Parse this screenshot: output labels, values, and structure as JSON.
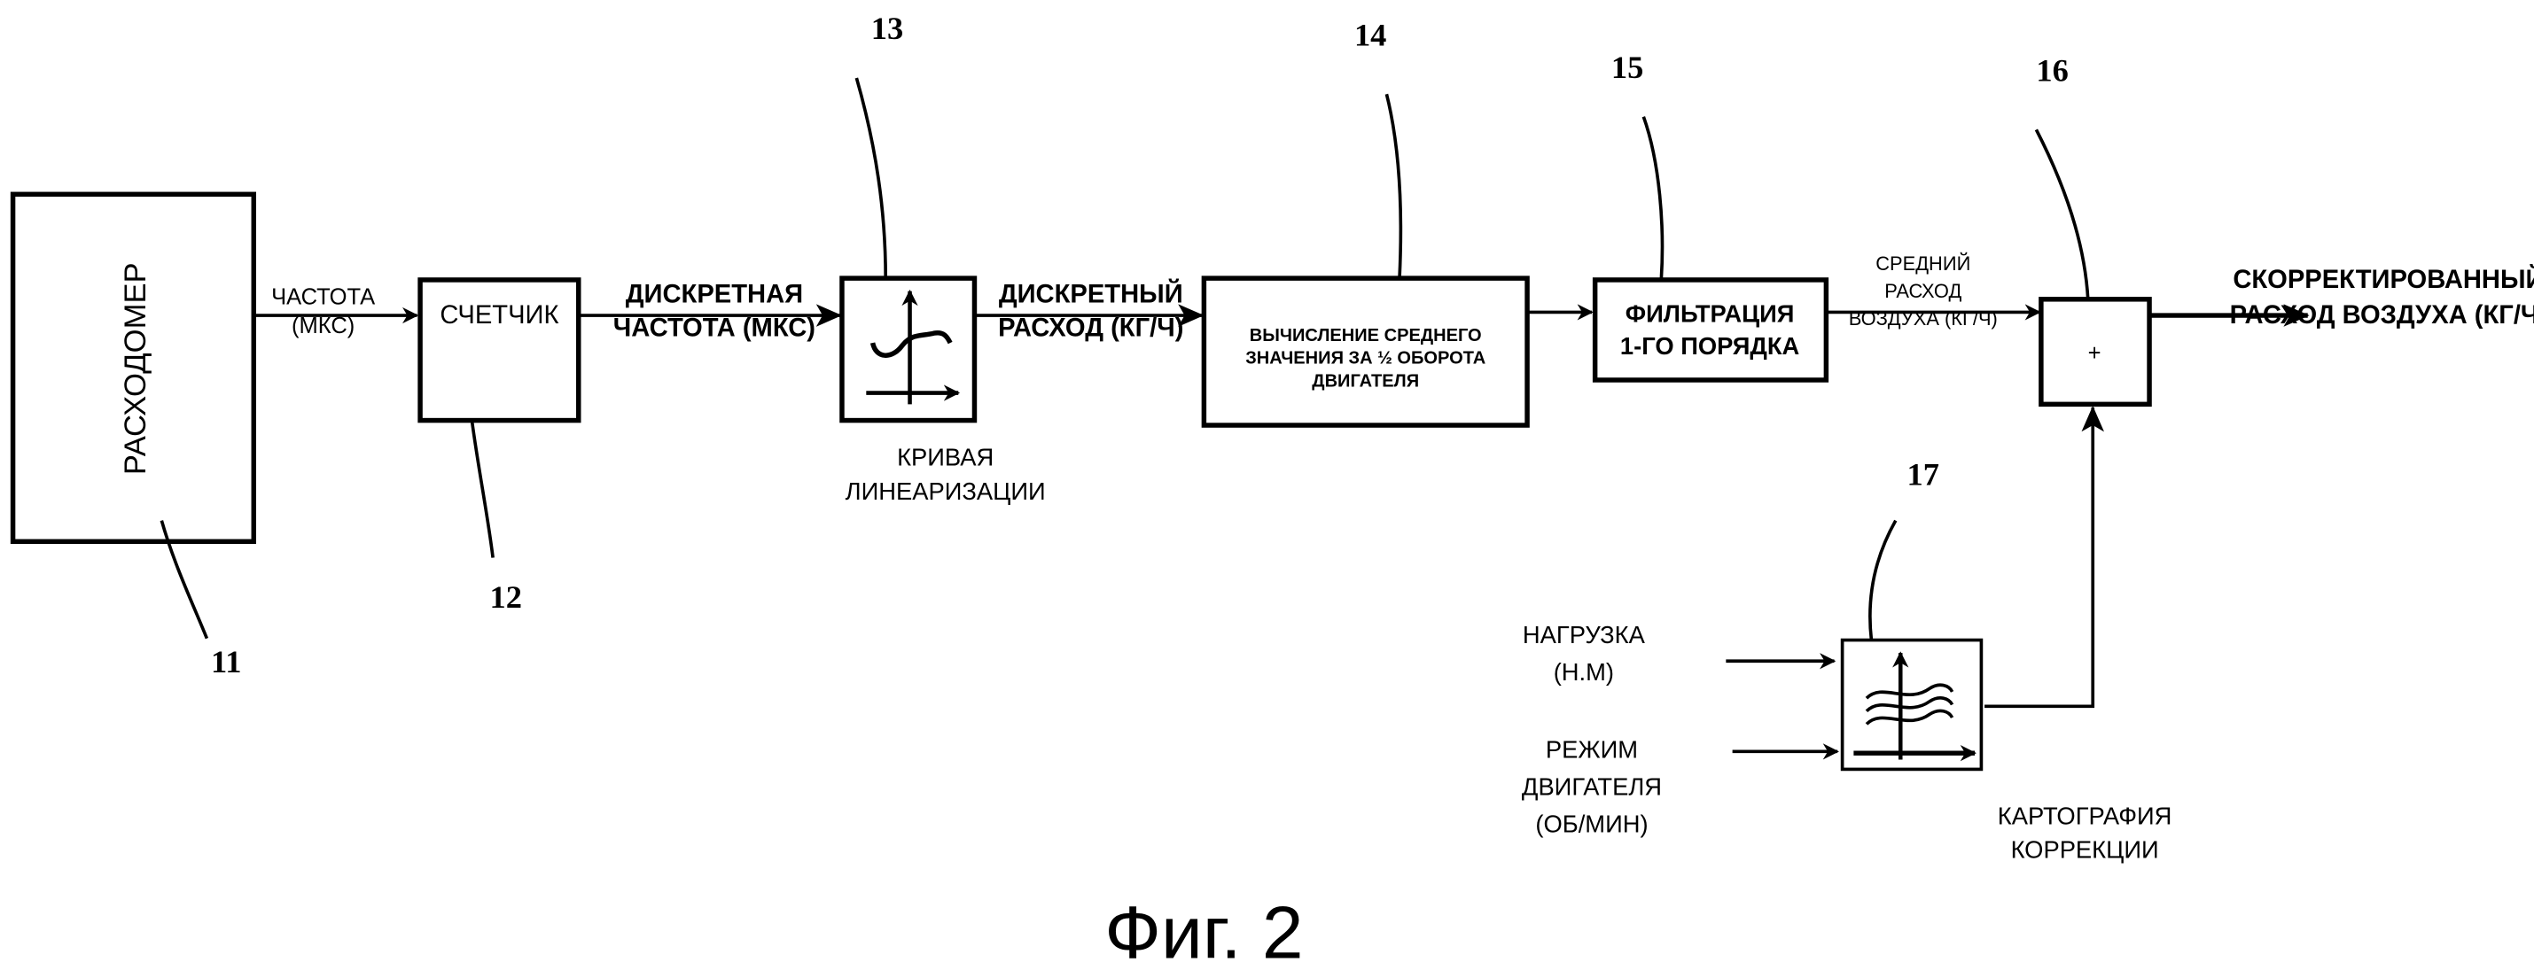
{
  "figure": {
    "caption": "Фиг. 2"
  },
  "blocks": {
    "flowmeter": {
      "label": "РАСХОДОМЕР",
      "ref": "11"
    },
    "counter": {
      "label": "СЧЕТЧИК",
      "ref": "12"
    },
    "linearization": {
      "ref": "13",
      "caption": [
        "КРИВАЯ",
        "ЛИНЕАРИЗАЦИИ"
      ]
    },
    "averaging": {
      "ref": "14",
      "lines": [
        "ВЫЧИСЛЕНИЕ СРЕДНЕГО",
        "ЗНАЧЕНИЯ ЗА ½ ОБОРОТА",
        "ДВИГАТЕЛЯ"
      ]
    },
    "filter": {
      "ref": "15",
      "lines": [
        "ФИЛЬТРАЦИЯ",
        "1-ГО ПОРЯДКА"
      ]
    },
    "summer": {
      "ref": "16",
      "symbol": "+"
    },
    "correction_map": {
      "ref": "17",
      "caption": [
        "КАРТОГРАФИЯ",
        "КОРРЕКЦИИ"
      ]
    }
  },
  "signals": {
    "frequency": [
      "ЧАСТОТА",
      "(МКС)"
    ],
    "discrete_frequency": [
      "ДИСКРЕТНАЯ",
      "ЧАСТОТА (МКС)"
    ],
    "discrete_flow": [
      "ДИСКРЕТНЫЙ",
      "РАСХОД (КГ/Ч)"
    ],
    "mean_flow": [
      "СРЕДНИЙ",
      "РАСХОД",
      "ВОЗДУХА (КГ/Ч)"
    ],
    "corrected_flow": [
      "СКОРРЕКТИРОВАННЫЙ",
      "РАСХОД ВОЗДУХА (КГ/Ч)"
    ],
    "load": [
      "НАГРУЗКА",
      "(Н.М)"
    ],
    "engine_speed": [
      "РЕЖИМ",
      "ДВИГАТЕЛЯ",
      "(ОБ/МИН)"
    ]
  }
}
